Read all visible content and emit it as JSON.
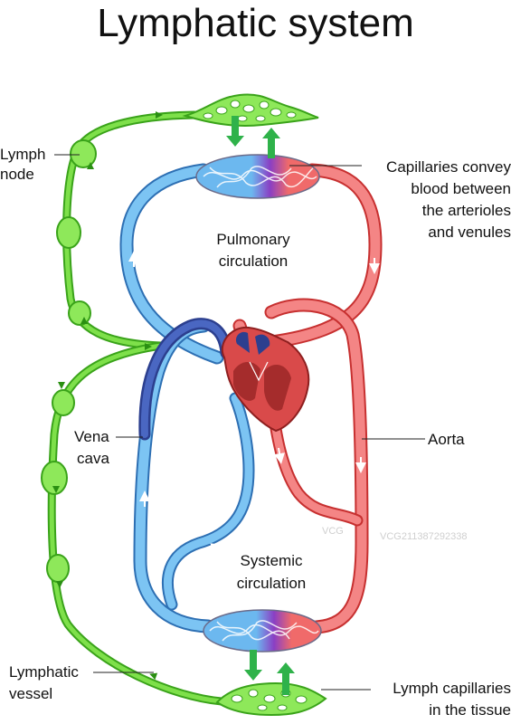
{
  "title": "Lymphatic system",
  "labels": {
    "lymph_node": [
      "Lymph",
      "node"
    ],
    "capillaries": [
      "Capillaries convey",
      "blood between",
      "the arterioles",
      "and venules"
    ],
    "pulmonary": [
      "Pulmonary",
      "circulation"
    ],
    "vena_cava": [
      "Vena",
      "cava"
    ],
    "aorta": "Aorta",
    "systemic": [
      "Systemic",
      "circulation"
    ],
    "lymphatic_vessel": [
      "Lymphatic",
      "vessel"
    ],
    "lymph_capillaries": [
      "Lymph capillaries",
      "in the tissue"
    ]
  },
  "watermark": {
    "logo": "VCG",
    "id": "VCG211387292338"
  },
  "colors": {
    "lymph": "#6fd63a",
    "lymph_dark": "#3aa31a",
    "artery": "#f06a6a",
    "artery_dark": "#c73030",
    "vein": "#6cb8ef",
    "vein_dark": "#2d6fb3",
    "vena_cava_dark": "#2c3f8f",
    "capillary_mix": "#8a3fc4",
    "flow_arrow": "#2fb24a"
  }
}
